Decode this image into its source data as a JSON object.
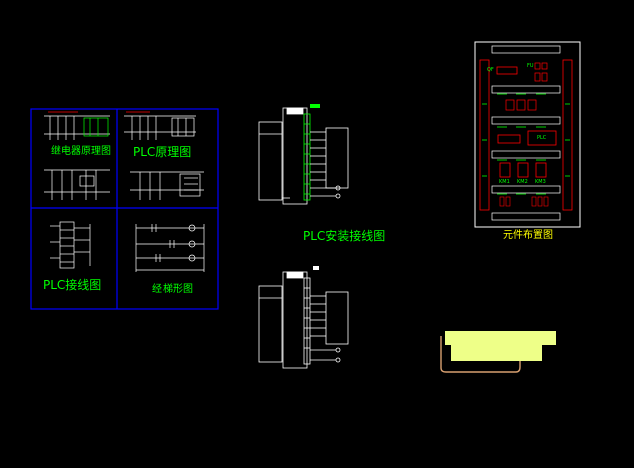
{
  "labels": {
    "relay_schematic": "继电器原理图",
    "plc_schematic": "PLC原理图",
    "plc_wiring": "PLC接线图",
    "ladder": "梯形图",
    "ladder_prefix": "经",
    "plc_install_wiring": "PLC安装接线图",
    "component_layout": "元件布置图"
  },
  "layout_tags": {
    "mid1": "KM1",
    "mid2": "KM2",
    "mid3": "KM3",
    "qf": "QF",
    "plc": "PLC",
    "fu": "FU"
  },
  "colors": {
    "background": "#000000",
    "frame_blue": "#0000ff",
    "green": "#00ff00",
    "yellow": "#ffff00",
    "red": "#ff0000",
    "white": "#ffffff",
    "callout_fill": "#eeff88",
    "callout_border": "#d8a070"
  }
}
